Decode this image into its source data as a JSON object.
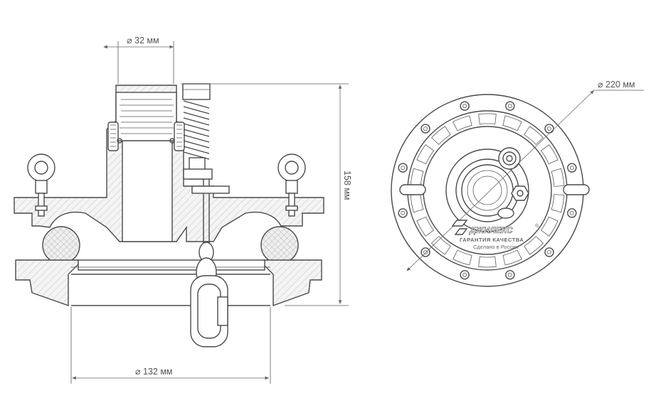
{
  "dimensions": {
    "pipe_diameter": "⌀ 32 мм",
    "height": "158 мм",
    "base_diameter": "⌀ 132 мм",
    "outer_diameter": "⌀ 220 мм"
  },
  "brand": {
    "name": "ДЖИЛЕКС",
    "trademark": "®",
    "slogan": "ГАРАНТИЯ КАЧЕСТВА",
    "origin": "Сделано в России"
  }
}
